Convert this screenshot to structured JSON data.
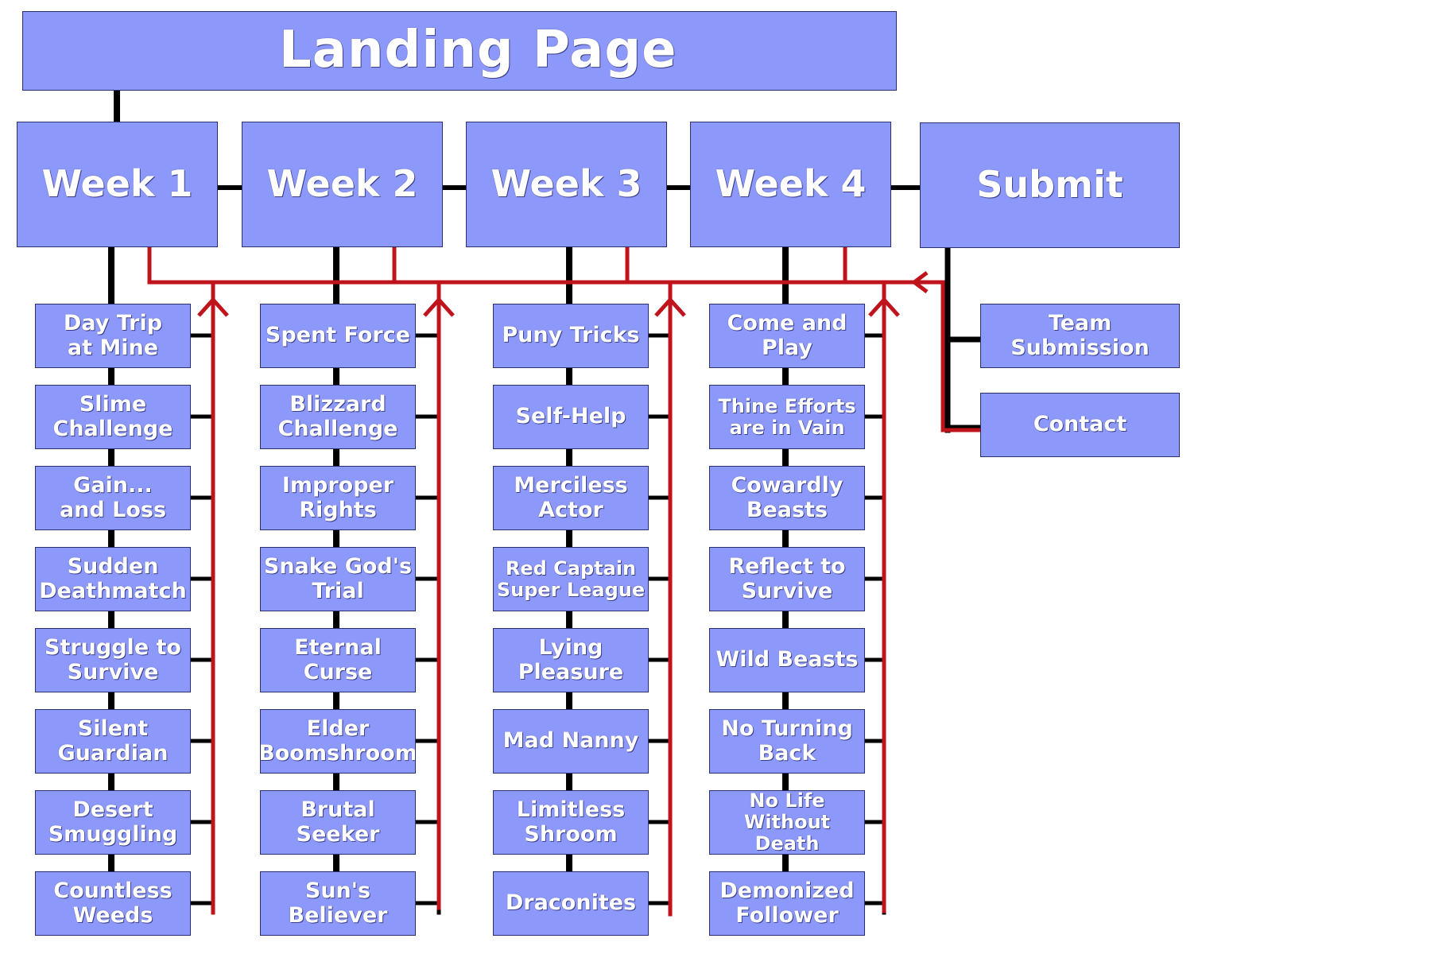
{
  "landing": {
    "label": "Landing Page"
  },
  "columns": [
    {
      "label": "Week 1",
      "pages": [
        "Day Trip\nat Mine",
        "Slime\nChallenge",
        "Gain...\nand Loss",
        "Sudden\nDeathmatch",
        "Struggle to\nSurvive",
        "Silent\nGuardian",
        "Desert\nSmuggling",
        "Countless\nWeeds"
      ]
    },
    {
      "label": "Week 2",
      "pages": [
        "Spent Force",
        "Blizzard\nChallenge",
        "Improper\nRights",
        "Snake God's\nTrial",
        "Eternal\nCurse",
        "Elder\nBoomshroom",
        "Brutal\nSeeker",
        "Sun's\nBeliever"
      ]
    },
    {
      "label": "Week 3",
      "pages": [
        "Puny Tricks",
        "Self-Help",
        "Merciless\nActor",
        "Red Captain\nSuper League",
        "Lying\nPleasure",
        "Mad Nanny",
        "Limitless\nShroom",
        "Draconites"
      ]
    },
    {
      "label": "Week 4",
      "pages": [
        "Come and\nPlay",
        "Thine Efforts\nare in Vain",
        "Cowardly\nBeasts",
        "Reflect to\nSurvive",
        "Wild Beasts",
        "No Turning\nBack",
        "No Life\nWithout Death",
        "Demonized\nFollower"
      ]
    }
  ],
  "submit": {
    "label": "Submit",
    "pages": [
      "Team\nSubmission",
      "Contact"
    ]
  },
  "colors": {
    "box": "#8c99fb",
    "border": "#2a2f6e",
    "text": "#ffffff",
    "tree_line": "#000000",
    "return_line": "#c0141c"
  }
}
